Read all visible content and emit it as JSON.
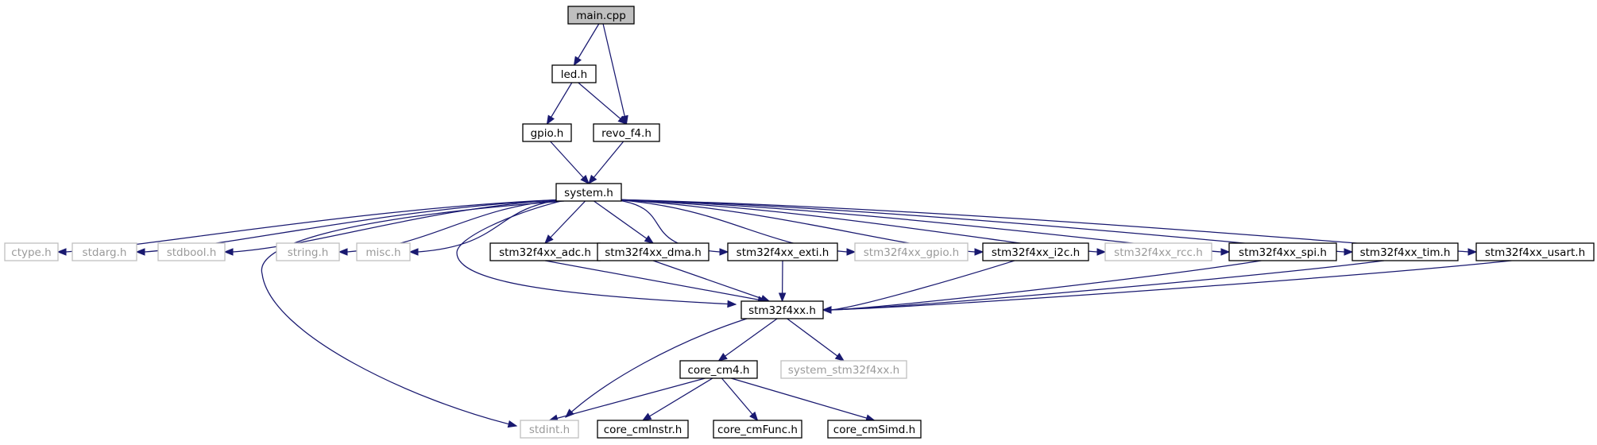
{
  "nodes": [
    {
      "id": "main_cpp",
      "label": "main.cpp",
      "kind": "root"
    },
    {
      "id": "led_h",
      "label": "led.h",
      "kind": "doc"
    },
    {
      "id": "gpio_h",
      "label": "gpio.h",
      "kind": "doc"
    },
    {
      "id": "revo_f4_h",
      "label": "revo_f4.h",
      "kind": "doc"
    },
    {
      "id": "system_h",
      "label": "system.h",
      "kind": "doc"
    },
    {
      "id": "ctype_h",
      "label": "ctype.h",
      "kind": "ext"
    },
    {
      "id": "stdarg_h",
      "label": "stdarg.h",
      "kind": "ext"
    },
    {
      "id": "stdbool_h",
      "label": "stdbool.h",
      "kind": "ext"
    },
    {
      "id": "string_h",
      "label": "string.h",
      "kind": "ext"
    },
    {
      "id": "misc_h",
      "label": "misc.h",
      "kind": "ext"
    },
    {
      "id": "adc_h",
      "label": "stm32f4xx_adc.h",
      "kind": "doc"
    },
    {
      "id": "dma_h",
      "label": "stm32f4xx_dma.h",
      "kind": "doc"
    },
    {
      "id": "exti_h",
      "label": "stm32f4xx_exti.h",
      "kind": "doc"
    },
    {
      "id": "gpio2_h",
      "label": "stm32f4xx_gpio.h",
      "kind": "ext"
    },
    {
      "id": "i2c_h",
      "label": "stm32f4xx_i2c.h",
      "kind": "doc"
    },
    {
      "id": "rcc_h",
      "label": "stm32f4xx_rcc.h",
      "kind": "ext"
    },
    {
      "id": "spi_h",
      "label": "stm32f4xx_spi.h",
      "kind": "doc"
    },
    {
      "id": "tim_h",
      "label": "stm32f4xx_tim.h",
      "kind": "doc"
    },
    {
      "id": "usart_h",
      "label": "stm32f4xx_usart.h",
      "kind": "doc"
    },
    {
      "id": "stm32f4xx_h",
      "label": "stm32f4xx.h",
      "kind": "doc"
    },
    {
      "id": "core_cm4_h",
      "label": "core_cm4.h",
      "kind": "doc"
    },
    {
      "id": "system_stm32_h",
      "label": "system_stm32f4xx.h",
      "kind": "ext"
    },
    {
      "id": "stdint_h",
      "label": "stdint.h",
      "kind": "ext"
    },
    {
      "id": "cminstr_h",
      "label": "core_cmInstr.h",
      "kind": "doc"
    },
    {
      "id": "cmfunc_h",
      "label": "core_cmFunc.h",
      "kind": "doc"
    },
    {
      "id": "cmsimd_h",
      "label": "core_cmSimd.h",
      "kind": "doc"
    }
  ],
  "edges": [
    [
      "main_cpp",
      "led_h"
    ],
    [
      "main_cpp",
      "revo_f4_h"
    ],
    [
      "led_h",
      "gpio_h"
    ],
    [
      "led_h",
      "revo_f4_h"
    ],
    [
      "gpio_h",
      "system_h"
    ],
    [
      "revo_f4_h",
      "system_h"
    ],
    [
      "system_h",
      "ctype_h"
    ],
    [
      "system_h",
      "stdarg_h"
    ],
    [
      "system_h",
      "stdbool_h"
    ],
    [
      "system_h",
      "string_h"
    ],
    [
      "system_h",
      "misc_h"
    ],
    [
      "system_h",
      "adc_h"
    ],
    [
      "system_h",
      "dma_h"
    ],
    [
      "system_h",
      "exti_h"
    ],
    [
      "system_h",
      "gpio2_h"
    ],
    [
      "system_h",
      "i2c_h"
    ],
    [
      "system_h",
      "rcc_h"
    ],
    [
      "system_h",
      "spi_h"
    ],
    [
      "system_h",
      "tim_h"
    ],
    [
      "system_h",
      "usart_h"
    ],
    [
      "system_h",
      "stm32f4xx_h"
    ],
    [
      "system_h",
      "stdint_h"
    ],
    [
      "adc_h",
      "stm32f4xx_h"
    ],
    [
      "dma_h",
      "stm32f4xx_h"
    ],
    [
      "exti_h",
      "stm32f4xx_h"
    ],
    [
      "i2c_h",
      "stm32f4xx_h"
    ],
    [
      "spi_h",
      "stm32f4xx_h"
    ],
    [
      "tim_h",
      "stm32f4xx_h"
    ],
    [
      "usart_h",
      "stm32f4xx_h"
    ],
    [
      "stm32f4xx_h",
      "core_cm4_h"
    ],
    [
      "stm32f4xx_h",
      "system_stm32_h"
    ],
    [
      "stm32f4xx_h",
      "stdint_h"
    ],
    [
      "core_cm4_h",
      "stdint_h"
    ],
    [
      "core_cm4_h",
      "cminstr_h"
    ],
    [
      "core_cm4_h",
      "cmfunc_h"
    ],
    [
      "core_cm4_h",
      "cmsimd_h"
    ]
  ]
}
